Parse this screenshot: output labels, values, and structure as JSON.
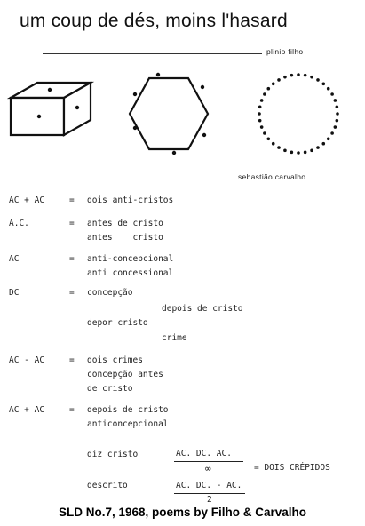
{
  "header": {
    "title": "um coup de dés, moins l'hasard",
    "author1": "plinio filho",
    "author2": "sebastião carvalho"
  },
  "icons": [
    "die-cube-icon",
    "hexagon-with-dots-icon",
    "circle-of-dots-icon"
  ],
  "equations": {
    "row1": {
      "lhs": "AC + AC",
      "eq": "=",
      "lines": [
        "dois anti-cristos"
      ]
    },
    "row2": {
      "lhs": "A.C.",
      "eq": "=",
      "lines": [
        "antes de cristo",
        "antes    cristo"
      ]
    },
    "row3": {
      "lhs": "AC",
      "eq": "=",
      "lines": [
        "anti-concepcional",
        "anti concessional"
      ]
    },
    "row4": {
      "lhs": "DC",
      "eq": "=",
      "lines": [
        "concepção",
        "depois de cristo",
        "depor cristo",
        "crime"
      ]
    },
    "row5": {
      "lhs": "AC - AC",
      "eq": "=",
      "lines": [
        "dois crimes",
        "concepção antes",
        "de cristo"
      ]
    },
    "row6": {
      "lhs": "AC + AC",
      "eq": "=",
      "lines": [
        "depois de cristo",
        "anticoncepcional"
      ]
    }
  },
  "fractions": {
    "f1": {
      "label": "diz cristo",
      "numerator": "AC. DC. AC.",
      "denominator": "∞"
    },
    "f2": {
      "label": "descrito",
      "numerator": "AC. DC. - AC.",
      "denominator": "2"
    },
    "result": "= DOIS CRÉPIDOS"
  },
  "caption": "SLD No.7, 1968, poems by Filho & Carvalho"
}
